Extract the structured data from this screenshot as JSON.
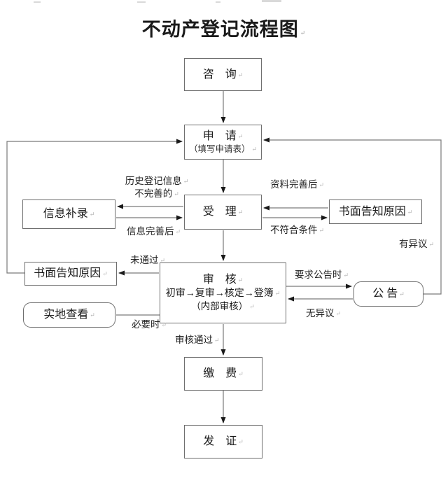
{
  "title": "不动产登记流程图",
  "nodes": {
    "consult": {
      "label": "咨　询"
    },
    "apply": {
      "label": "申　请",
      "sub": "（填写申请表）"
    },
    "accept": {
      "label": "受　理"
    },
    "review": {
      "label": "审　核",
      "sub1": "初审→复审→核定→登簿",
      "sub2": "（内部审核）"
    },
    "info_supplement": {
      "label": "信息补录"
    },
    "notify_left": {
      "label": "书面告知原因"
    },
    "site_visit": {
      "label": "实地查看"
    },
    "notify_right": {
      "label": "书面告知原因"
    },
    "announce": {
      "label": "公 告"
    },
    "pay": {
      "label": "缴　费"
    },
    "issue": {
      "label": "发　证"
    }
  },
  "edge_labels": {
    "history_line1": "历史登记信息",
    "history_line2": "不完善的",
    "after_material": "资料完善后",
    "after_info": "信息完善后",
    "not_qualified": "不符合条件",
    "objection": "有异议",
    "not_passed": "未通过",
    "announce_required": "要求公告时",
    "no_objection": "无异议",
    "when_necessary": "必要时",
    "review_passed": "审核通过"
  },
  "colors": {
    "line": "#7a7a7a",
    "arrowhead": "#1a1a1a",
    "box_border": "#6e6e6e"
  }
}
